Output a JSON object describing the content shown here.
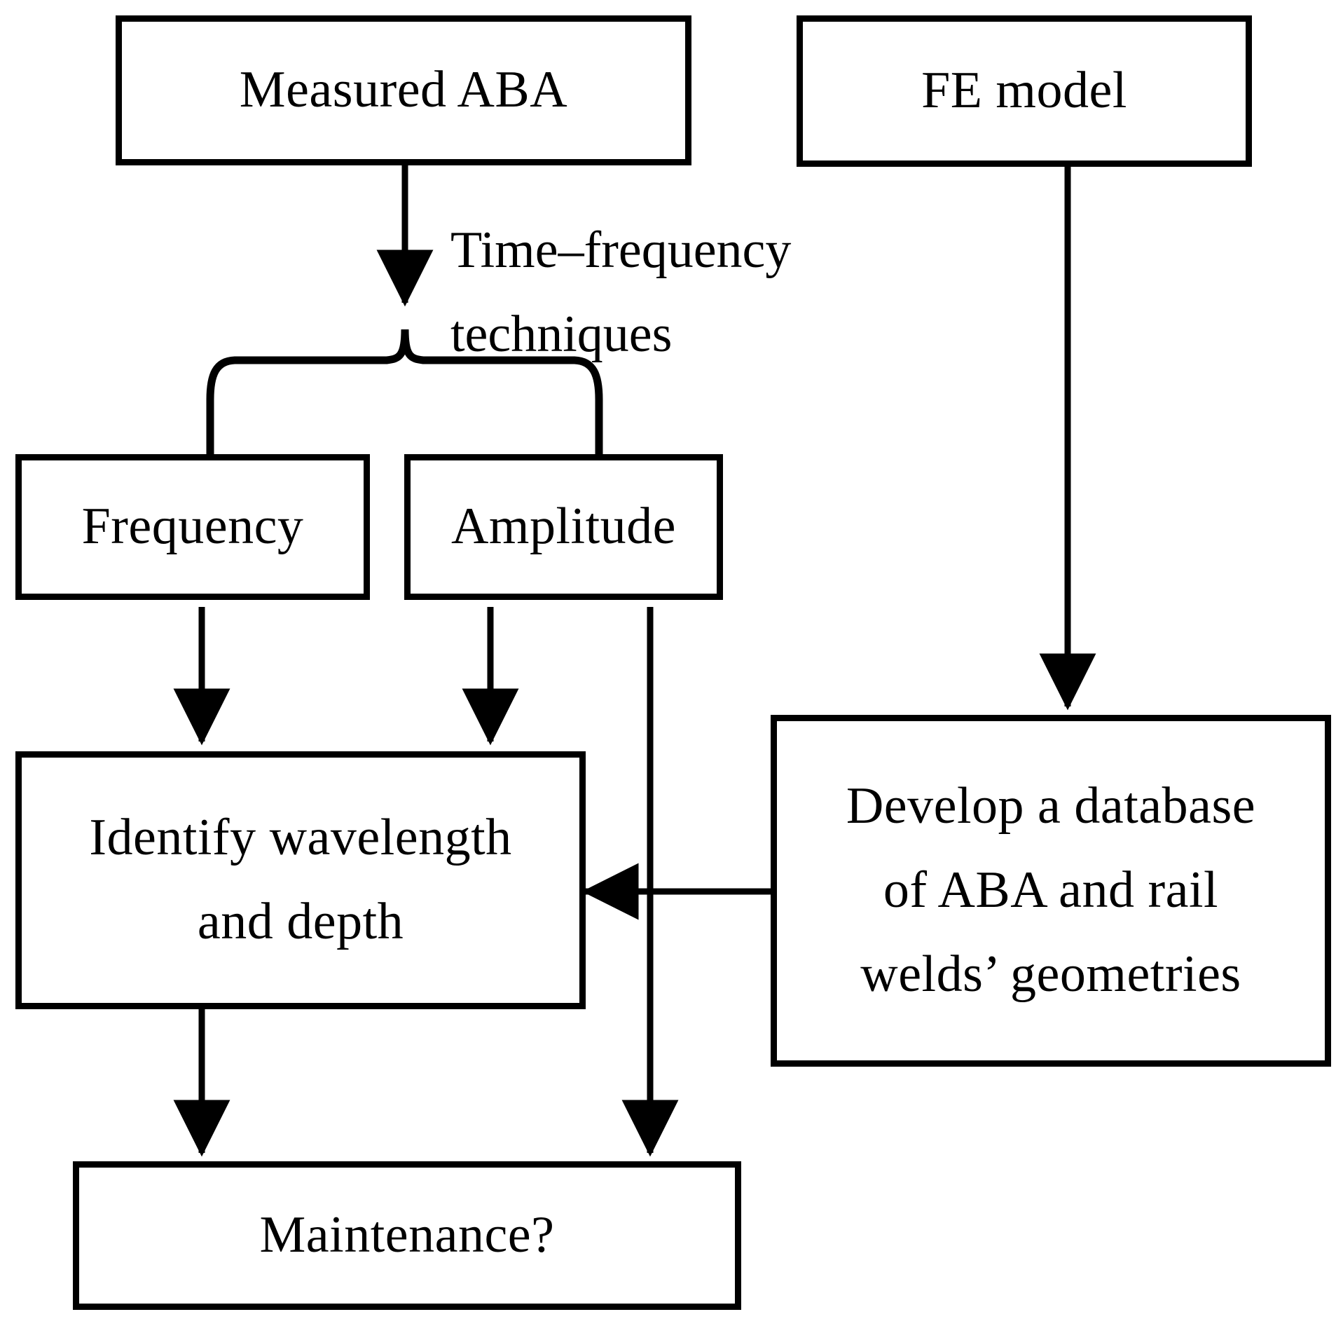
{
  "diagram": {
    "title": "Measured ABA and FE model rail weld assessment flowchart",
    "stroke_color": "#000000",
    "background_color": "#ffffff",
    "nodes": [
      {
        "id": "measured-aba",
        "label": "Measured ABA"
      },
      {
        "id": "fe-model",
        "label": "FE model"
      },
      {
        "id": "frequency",
        "label": "Frequency"
      },
      {
        "id": "amplitude",
        "label": "Amplitude"
      },
      {
        "id": "identify",
        "line1": "Identify wavelength",
        "line2": "and depth"
      },
      {
        "id": "database",
        "line1": "Develop a database",
        "line2": "of ABA and rail",
        "line3": "welds’ geometries"
      },
      {
        "id": "maintenance",
        "label": "Maintenance?"
      }
    ],
    "edge_labels": [
      {
        "id": "time-frequency-technique",
        "line1": "Time–frequency",
        "line2": "techniques"
      }
    ],
    "edges": [
      {
        "from": "measured-aba",
        "to": "time-frequency-brace",
        "type": "arrow-down"
      },
      {
        "from": "brace",
        "to": "frequency",
        "type": "brace-branch"
      },
      {
        "from": "brace",
        "to": "amplitude",
        "type": "brace-branch"
      },
      {
        "from": "frequency",
        "to": "identify",
        "type": "arrow-down"
      },
      {
        "from": "amplitude",
        "to": "identify",
        "type": "arrow-down"
      },
      {
        "from": "amplitude",
        "to": "maintenance",
        "type": "arrow-down-long"
      },
      {
        "from": "fe-model",
        "to": "database",
        "type": "arrow-down"
      },
      {
        "from": "database",
        "to": "identify",
        "type": "arrow-left"
      },
      {
        "from": "identify",
        "to": "maintenance",
        "type": "arrow-down"
      }
    ]
  }
}
